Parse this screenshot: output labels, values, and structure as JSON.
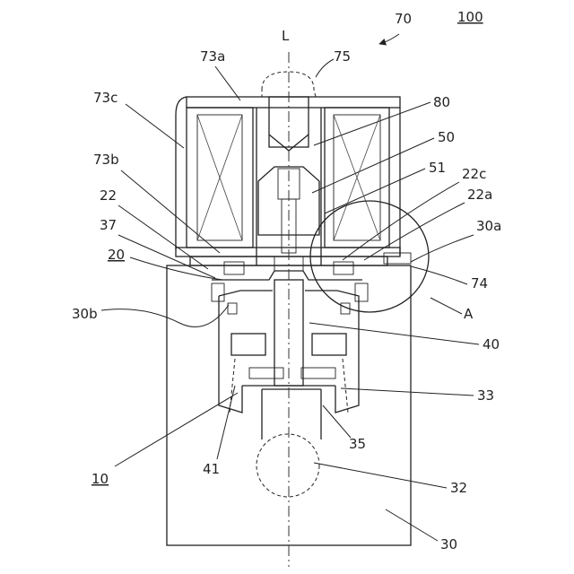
{
  "figure": {
    "labels": {
      "axis": "L",
      "l70": "70",
      "l100": "100",
      "l73a": "73a",
      "l75": "75",
      "l73c": "73c",
      "l80": "80",
      "l50": "50",
      "l51": "51",
      "l73b": "73b",
      "l22c": "22c",
      "l22a": "22a",
      "l22": "22",
      "l37": "37",
      "l30a": "30a",
      "l20": "20",
      "l74": "74",
      "lA": "A",
      "l30b": "30b",
      "l40": "40",
      "l33": "33",
      "l35": "35",
      "l41": "41",
      "l10": "10",
      "l32": "32",
      "l30": "30"
    }
  }
}
